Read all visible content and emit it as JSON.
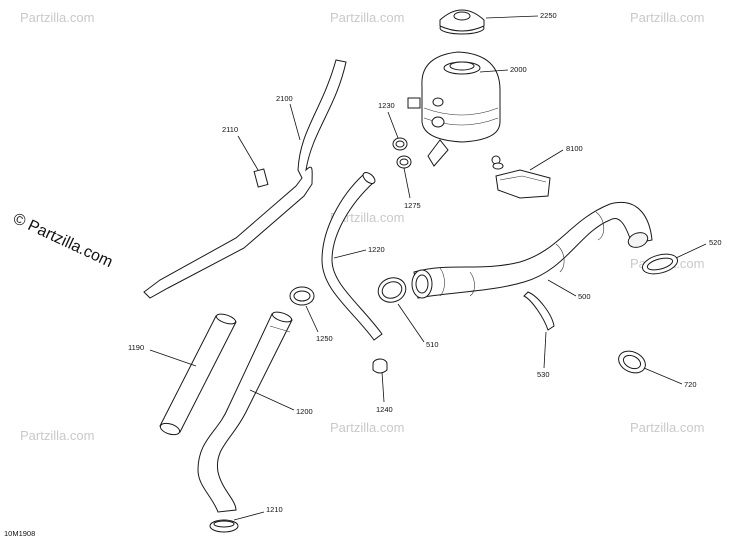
{
  "diagram_code": "10M1908",
  "copyright": "© Partzilla.com",
  "watermark": "Partzilla.com",
  "callouts": {
    "c2250": "2250",
    "c2000": "2000",
    "c1230": "1230",
    "c1275": "1275",
    "c8100": "8100",
    "c2100": "2100",
    "c2110": "2110",
    "c1220": "1220",
    "c520": "520",
    "c500": "500",
    "c510": "510",
    "c530": "530",
    "c1250": "1250",
    "c1190": "1190",
    "c1200": "1200",
    "c720": "720",
    "c1240": "1240",
    "c1210": "1210"
  }
}
